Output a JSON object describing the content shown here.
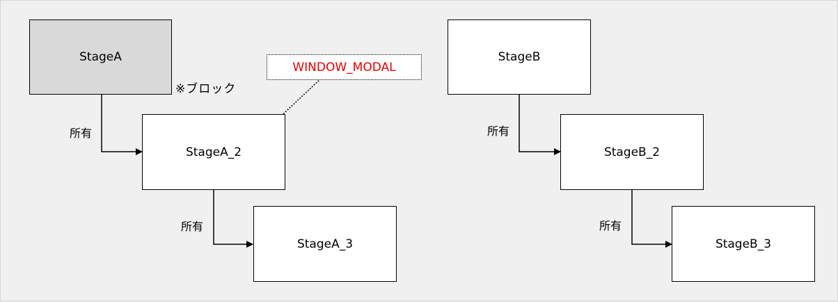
{
  "stages": {
    "stage_a": "StageA",
    "stage_a_2": "StageA_2",
    "stage_a_3": "StageA_3",
    "stage_b": "StageB",
    "stage_b_2": "StageB_2",
    "stage_b_3": "StageB_3"
  },
  "edge_label": "所有",
  "block_note": "※ブロック",
  "modality_callout": "WINDOW_MODAL",
  "colors": {
    "blocked_fill": "#d9d9d9",
    "callout_text": "#e00000"
  }
}
